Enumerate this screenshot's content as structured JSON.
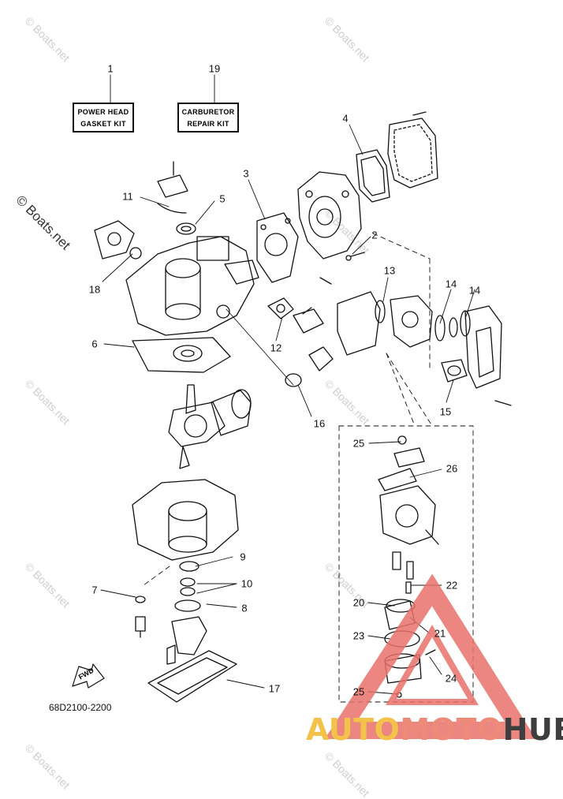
{
  "kits": {
    "power_head": {
      "line1": "POWER HEAD",
      "line2": "GASKET KIT"
    },
    "carburetor": {
      "line1": "CARBURETOR",
      "line2": "REPAIR KIT"
    }
  },
  "callouts": {
    "c1": "1",
    "c19": "19",
    "c4": "4",
    "c3": "3",
    "c11": "11",
    "c5": "5",
    "c2": "2",
    "c13": "13",
    "c14a": "14",
    "c14b": "14",
    "c18": "18",
    "c6": "6",
    "c12": "12",
    "c15": "15",
    "c16": "16",
    "c25a": "25",
    "c26": "26",
    "c9": "9",
    "c10": "10",
    "c7": "7",
    "c8": "8",
    "c22": "22",
    "c20": "20",
    "c21": "21",
    "c23": "23",
    "c24": "24",
    "c17": "17",
    "c25b": "25"
  },
  "fwd_label": "FWD",
  "diagram_code": "68D2100-2200",
  "watermark_text": "© Boats.net",
  "brand": {
    "part1": "AUTO",
    "part2": "MOTO",
    "part3": "HUB"
  },
  "colors": {
    "line": "#111111",
    "logo_red": "#e8716a",
    "logo_yellow": "#f3c24a",
    "logo_dark": "#3d3d3d"
  }
}
